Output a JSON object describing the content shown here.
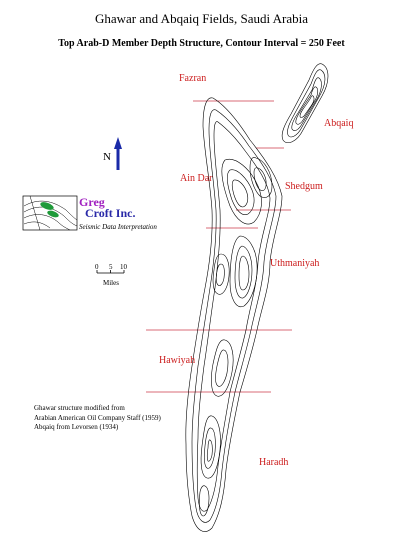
{
  "title": "Ghawar and Abqaiq Fields, Saudi Arabia",
  "subtitle": "Top Arab-D Member Depth Structure, Contour Interval = 250 Feet",
  "field_labels": {
    "fazran": "Fazran",
    "abqaiq": "Abqaiq",
    "ain_dar": "Ain Dar",
    "shedgum": "Shedgum",
    "uthmaniyah": "Uthmaniyah",
    "hawiyah": "Hawiyah",
    "haradh": "Haradh"
  },
  "north_arrow": {
    "label": "N",
    "color": "#1a2aa8"
  },
  "logo": {
    "name_line1": "Greg",
    "name_line2": "Croft Inc.",
    "tagline": "Seismic Data Interpretation",
    "colors": {
      "greg": "#a020c0",
      "croft": "#2a2aa8",
      "blob": "#1f9a3a"
    }
  },
  "scale_bar": {
    "ticks": [
      "0",
      "5",
      "10"
    ],
    "unit": "Miles"
  },
  "credits": [
    "Ghawar structure modified from",
    "Arabian American Oil Company Staff (1959)",
    "Abqaiq from Levorsen (1934)"
  ],
  "colors": {
    "labels": "#cc1e1e",
    "boundaries": "#cc3a4a",
    "contours": "#000000"
  }
}
